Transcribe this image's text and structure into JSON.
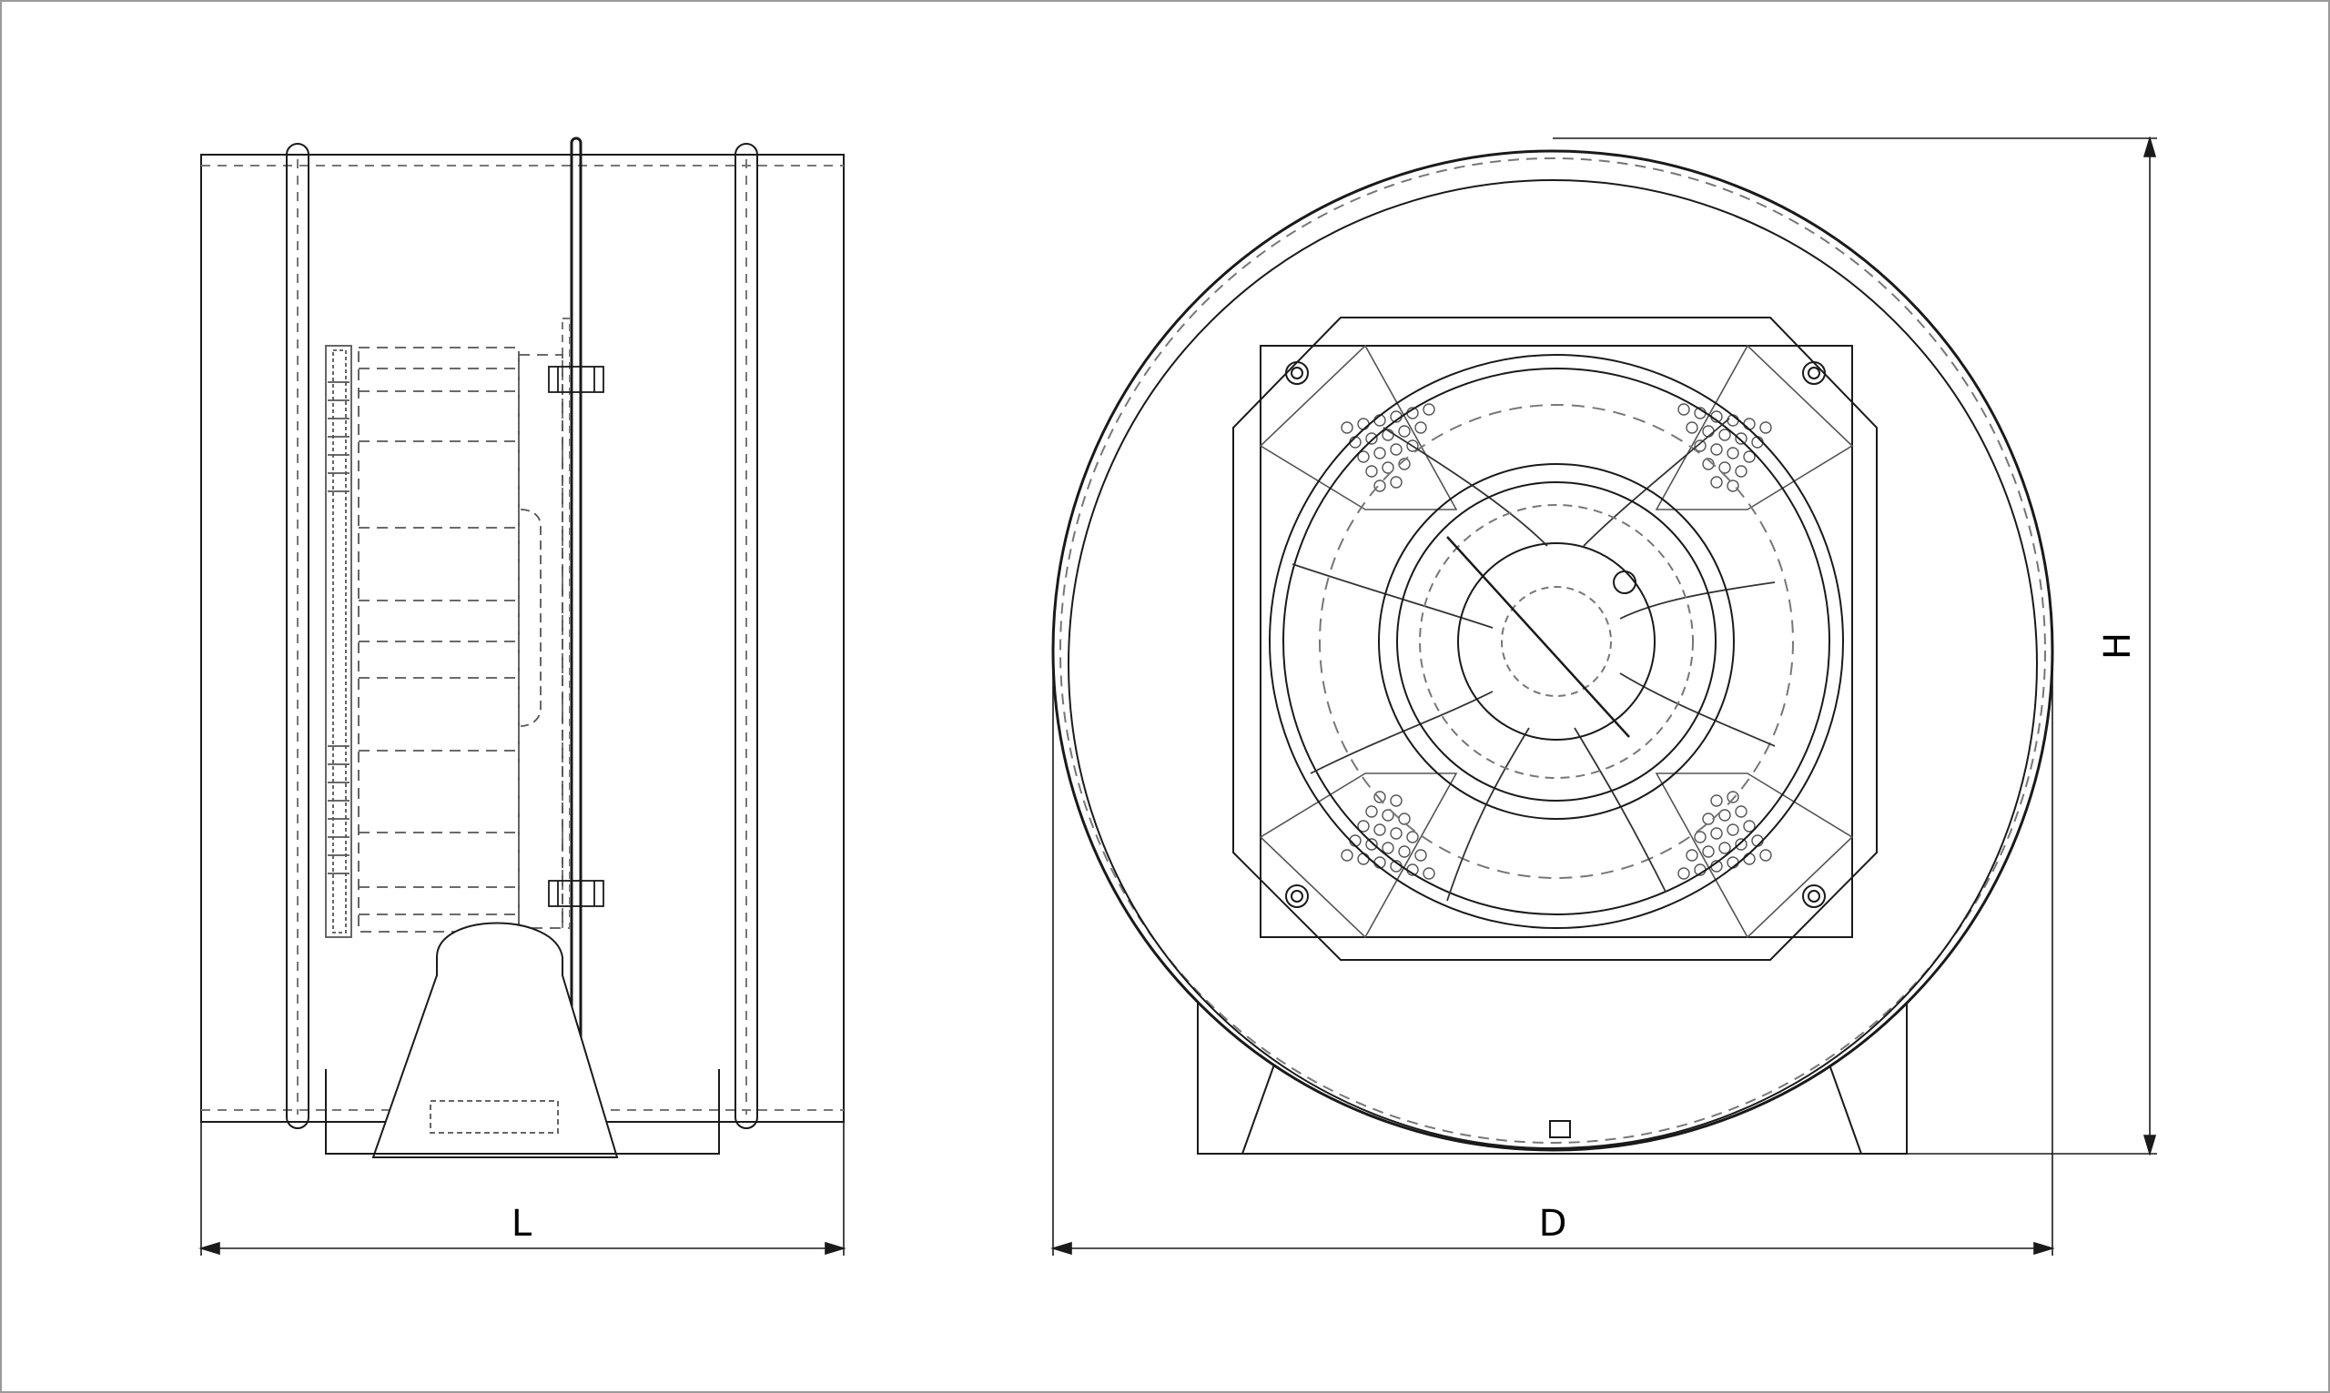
{
  "drawing": {
    "views": [
      "side-view",
      "front-view"
    ],
    "line_color": "#1a1a1a",
    "hidden_line_color": "#555555",
    "background": "#ffffff"
  },
  "dimensions": {
    "length_label": "L",
    "diameter_label": "D",
    "height_label": "H"
  }
}
